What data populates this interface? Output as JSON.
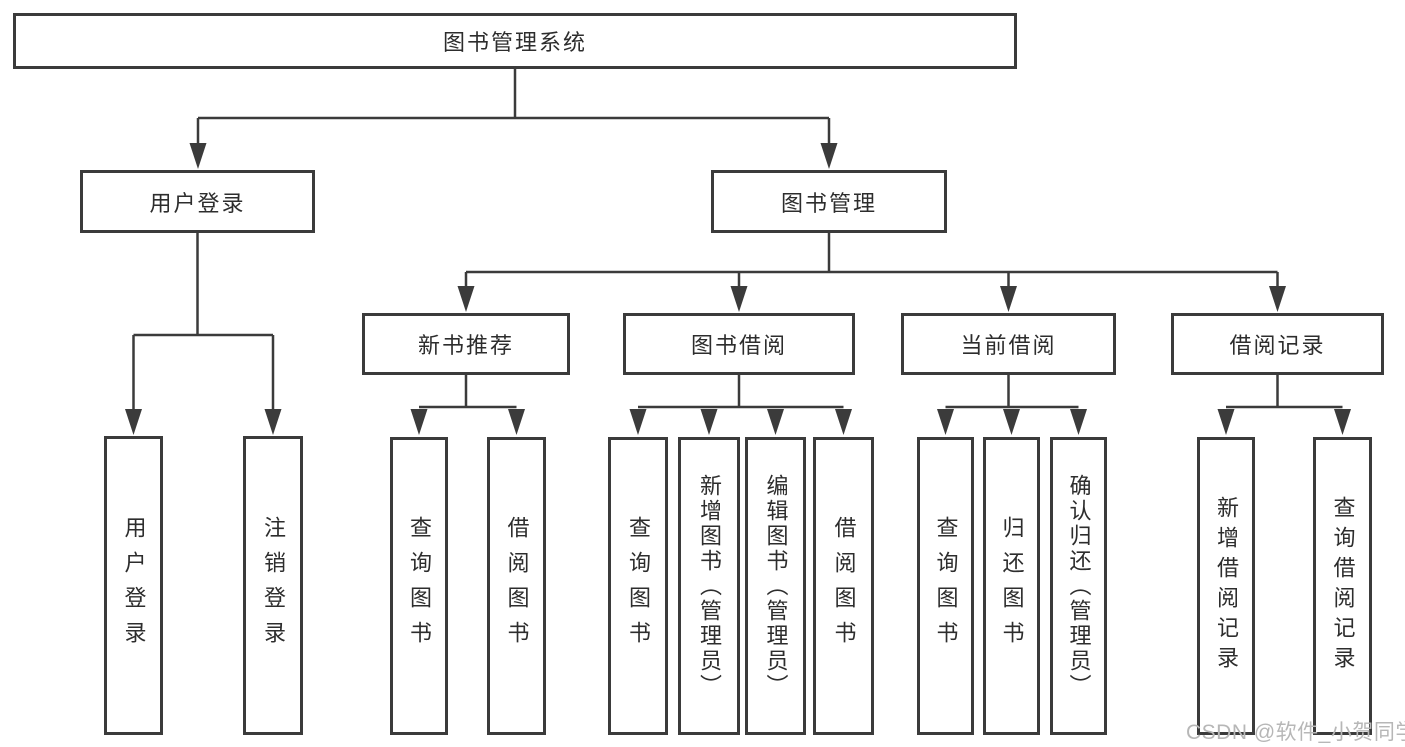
{
  "diagram": {
    "root": "图书管理系统",
    "level2": [
      "用户登录",
      "图书管理"
    ],
    "level3": [
      "新书推荐",
      "图书借阅",
      "当前借阅",
      "借阅记录"
    ],
    "leaves": {
      "user_login": [
        "用户登录",
        "注销登录"
      ],
      "new_book_recommend": [
        "查询图书",
        "借阅图书"
      ],
      "book_borrow": [
        "查询图书",
        "新增图书（管理员）",
        "编辑图书（管理员）",
        "借阅图书"
      ],
      "current_borrow": [
        "查询图书",
        "归还图书",
        "确认归还（管理员）"
      ],
      "borrow_records": [
        "新增借阅记录",
        "查询借阅记录"
      ]
    }
  },
  "watermark": "CSDN @软件_小贺同学",
  "colors": {
    "line": "#3b3b3b",
    "text": "#2d2d2d",
    "background": "#ffffff",
    "watermark": "#b7b7b7"
  }
}
